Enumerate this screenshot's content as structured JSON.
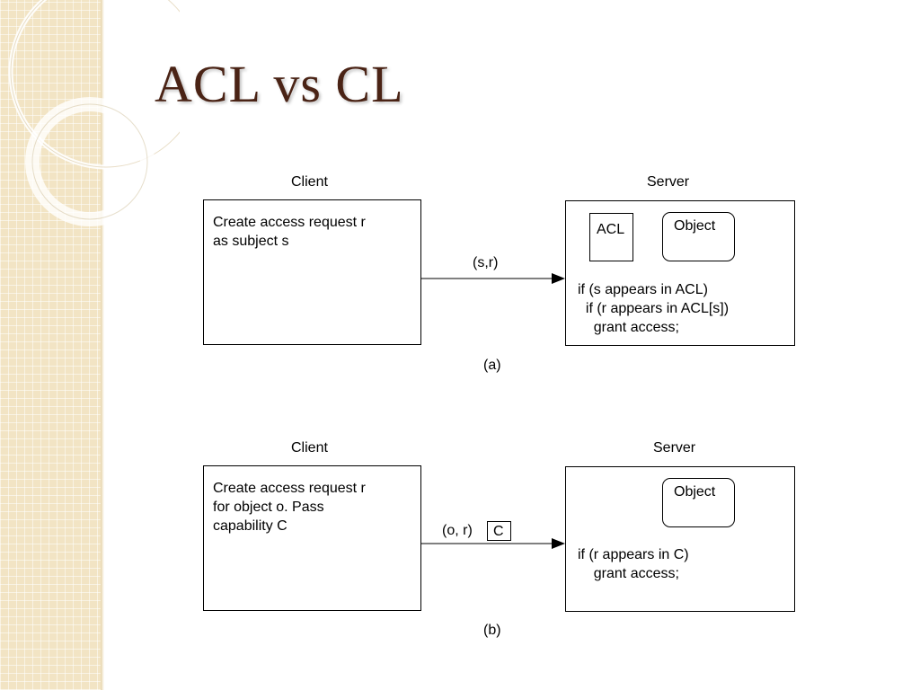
{
  "slide": {
    "title": "ACL vs CL"
  },
  "diagram_a": {
    "client_label": "Client",
    "server_label": "Server",
    "client_text": [
      "Create access request r",
      "as subject s"
    ],
    "message_label": "(s,r)",
    "acl_label": "ACL",
    "object_label": "Object",
    "server_code": [
      "if (s appears in ACL)",
      "  if (r appears in ACL[s])",
      "    grant access;"
    ],
    "caption": "(a)"
  },
  "diagram_b": {
    "client_label": "Client",
    "server_label": "Server",
    "client_text": [
      "Create access request r",
      "for object o. Pass",
      "capability C"
    ],
    "message_label": "(o, r)",
    "capability_label": "C",
    "object_label": "Object",
    "server_code": [
      "if (r appears in C)",
      "    grant access;"
    ],
    "caption": "(b)"
  }
}
